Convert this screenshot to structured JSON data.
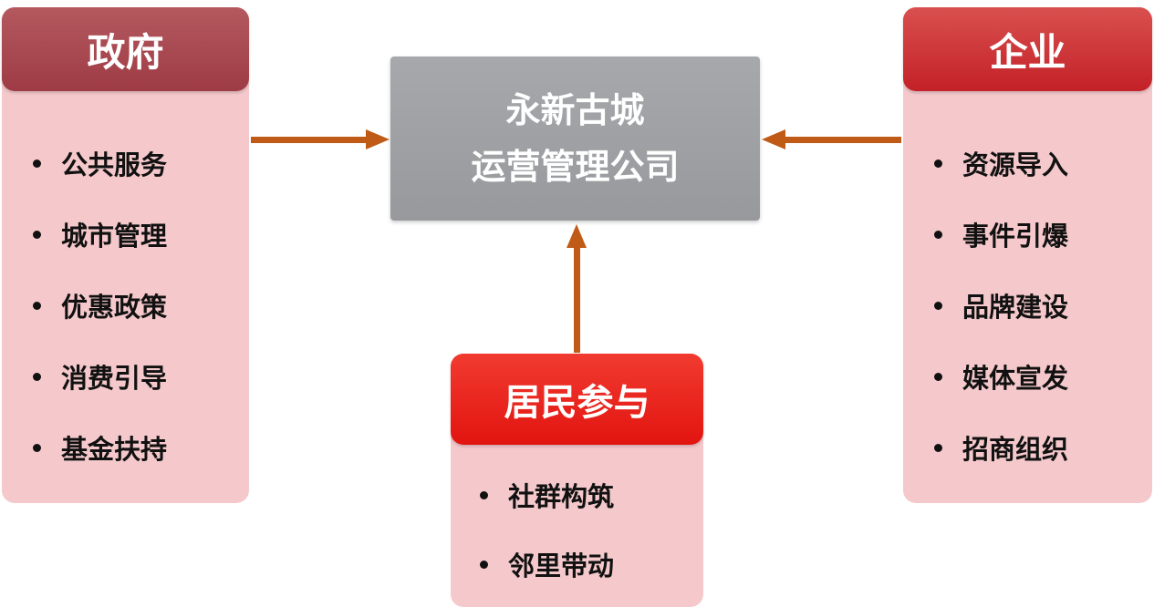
{
  "diagram": {
    "center_box": {
      "line1": "永新古城",
      "line2": "运营管理公司"
    },
    "government": {
      "title": "政府",
      "items": [
        "公共服务",
        "城市管理",
        "优惠政策",
        "消费引导",
        "基金扶持"
      ]
    },
    "enterprise": {
      "title": "企业",
      "items": [
        "资源导入",
        "事件引爆",
        "品牌建设",
        "媒体宣发",
        "招商组织"
      ]
    },
    "residents": {
      "title": "居民参与",
      "items": [
        "社群构筑",
        "邻里带动"
      ]
    },
    "colors": {
      "government_header": "#A84850",
      "enterprise_header": "#CD2B30",
      "residents_header": "#E9201A",
      "panel_body": "#F5C9CC",
      "center_box": "#9C9EA1",
      "arrow": "#BF5B16"
    }
  }
}
